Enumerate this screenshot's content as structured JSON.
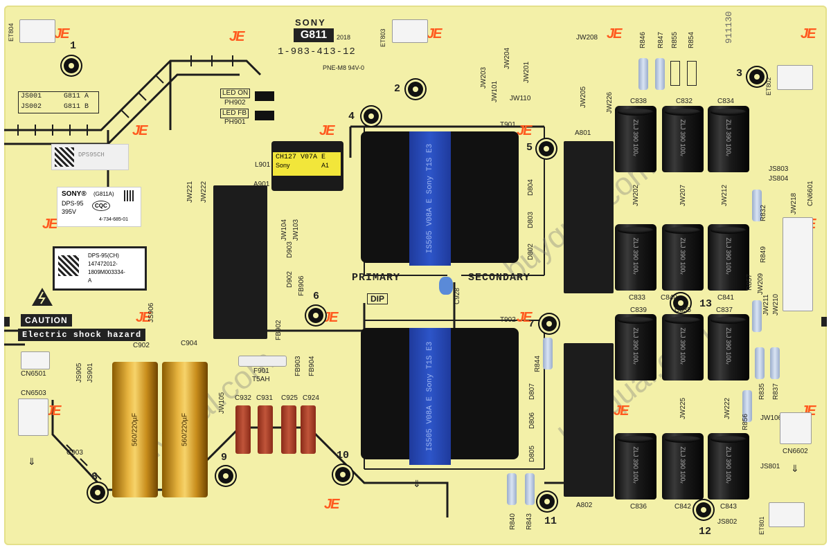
{
  "board": {
    "brand": "SONY",
    "model_badge": "G811",
    "badge_year": "2018",
    "part_number": "1-983-413-12",
    "flammability": "PNE-M8 94V-0",
    "primary_label": "PRIMARY",
    "secondary_label": "SECONDARY",
    "dip_label": "DIP",
    "side_code": "911130",
    "caution": "CAUTION",
    "shock_warning": "Electric shock hazard",
    "fuse_rating": "T5AH",
    "jumper_text": {
      "js001": "JS001",
      "g811a": "G811 A",
      "js002": "JS002",
      "g811b": "G811 B"
    },
    "led_on": "LED ON",
    "led_fb": "LED FB",
    "ph902": "PH902",
    "ph901": "PH901"
  },
  "labels": {
    "sony_label": {
      "brand": "SONY®",
      "code": "(G811A)",
      "model": "DPS-95",
      "power": "395V",
      "cert": "CQC",
      "part": "4-734-685-01"
    },
    "serial_label": {
      "model": "DPS-95(CH)",
      "serial": "147472012-",
      "code": "1809M003334-",
      "suffix": "A"
    },
    "qr_label_text": "DPS95CH"
  },
  "chip": {
    "line1": "CH127 V07A E",
    "line2": "Sony",
    "line3": "A1"
  },
  "transformers": [
    {
      "text": "IS505 V08A E  Sony T1S E3"
    },
    {
      "text": "IS505 V08A E  Sony T1S E3"
    }
  ],
  "caps_gold": [
    "560/220µF",
    "560/220µF"
  ],
  "cap_text": "ZLJ 390 100ᵥ",
  "refs": {
    "ET804": "ET804",
    "ET803": "ET803",
    "ET802": "ET802",
    "ET801": "ET801",
    "JW208": "JW208",
    "R846": "R846",
    "R847": "R847",
    "R855": "R855",
    "R854": "R854",
    "JW203": "JW203",
    "JW204": "JW204",
    "JW201": "JW201",
    "JW101": "JW101",
    "JW110": "JW110",
    "JW205": "JW205",
    "JW226": "JW226",
    "C838": "C838",
    "C832": "C832",
    "C834": "C834",
    "T901": "T901",
    "T902": "T902",
    "A801": "A801",
    "A802": "A802",
    "A901": "A901",
    "L901": "L901",
    "D804": "D804",
    "D803": "D803",
    "D802": "D802",
    "D807": "D807",
    "D806": "D806",
    "D805": "D805",
    "JS803": "JS803",
    "JS804": "JS804",
    "CN6601": "CN6601",
    "CN6602": "CN6602",
    "JW218": "JW218",
    "R832": "R832",
    "JW202": "JW202",
    "JW207": "JW207",
    "JW212": "JW212",
    "R849": "R849",
    "R857": "R857",
    "JW209": "JW209",
    "C833": "C833",
    "C840": "C840",
    "C841": "C841",
    "JW211": "JW211",
    "JW210": "JW210",
    "C839": "C839",
    "C835": "C835",
    "C837": "C837",
    "R844": "R844",
    "R835": "R835",
    "R837": "R837",
    "R856": "R856",
    "JW225": "JW225",
    "JW222": "JW222",
    "JW106": "JW106",
    "C836": "C836",
    "C842": "C842",
    "C843": "C843",
    "JS801": "JS801",
    "JS802": "JS802",
    "R840": "R840",
    "R843": "R843",
    "JW221": "JW221",
    "JW222b": "JW222",
    "JW104": "JW104",
    "JW103": "JW103",
    "D903": "D903",
    "D902": "D902",
    "FB906": "FB906",
    "C928": "C928",
    "JS906": "JS906",
    "FB902": "FB902",
    "FB903": "FB903",
    "FB904": "FB904",
    "F901": "F901",
    "C902": "C902",
    "C904": "C904",
    "JS905": "JS905",
    "JS901": "JS901",
    "CN6501": "CN6501",
    "CN6503": "CN6503",
    "C903": "C903",
    "JW105": "JW105",
    "C932": "C932",
    "C931": "C931",
    "C925": "C925",
    "C924": "C924"
  },
  "hole_numbers": [
    "1",
    "2",
    "3",
    "4",
    "5",
    "6",
    "7",
    "8",
    "9",
    "10",
    "11",
    "12",
    "13"
  ],
  "watermark": "buyqual.com",
  "colors": {
    "board": "#f3f0a8",
    "logo": "#ff5a1f",
    "xfmr_blue": "#2d55c8"
  }
}
